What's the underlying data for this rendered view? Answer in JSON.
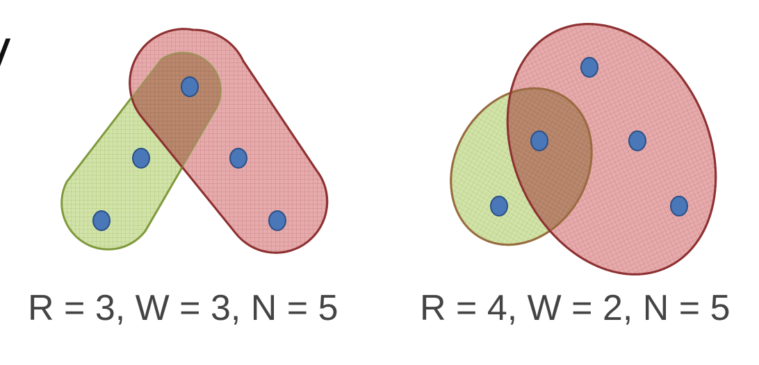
{
  "diagrams": [
    {
      "caption": "R = 3, W = 3, N = 5",
      "read_set": "green",
      "write_set": "red",
      "nodes": 5
    },
    {
      "caption": "R = 4, W = 2, N = 5",
      "read_set": "red",
      "write_set": "green",
      "nodes": 5
    }
  ],
  "corner_mark": "/",
  "colors": {
    "green_fill": "#cfe0a6",
    "green_stroke": "#7f9a3c",
    "red_fill": "#e3a7a8",
    "red_stroke": "#8e3132",
    "overlap_fill": "#b6866b",
    "node_fill": "#4a77b8",
    "node_stroke": "#2a4f86"
  }
}
